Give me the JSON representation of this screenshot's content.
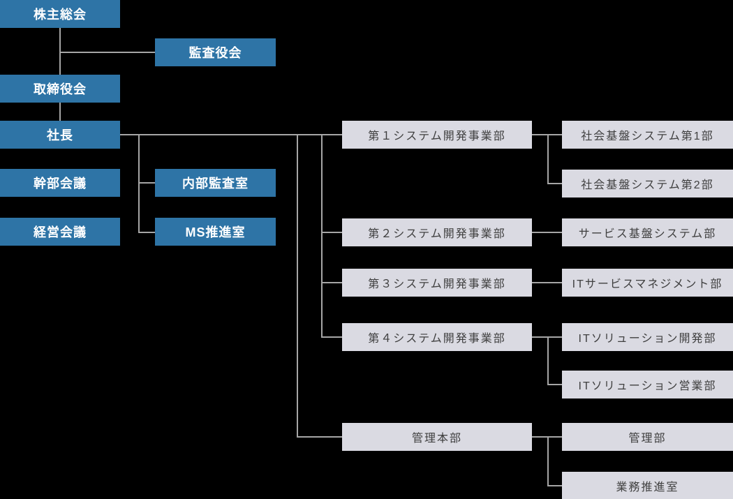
{
  "colors": {
    "background": "#000000",
    "governance_box": "#2E74A6",
    "division_box": "#DADAE2",
    "connector_line": "#A6A6A6",
    "governance_text": "#FFFFFF",
    "division_text": "#3F3F3F"
  },
  "nodes": {
    "shareholders_meeting": {
      "label": "株主総会"
    },
    "audit_committee": {
      "label": "監査役会"
    },
    "board_of_directors": {
      "label": "取締役会"
    },
    "president": {
      "label": "社長"
    },
    "executive_meeting": {
      "label": "幹部会議"
    },
    "management_meeting": {
      "label": "経営会議"
    },
    "internal_audit_office": {
      "label": "内部監査室"
    },
    "ms_promotion_office": {
      "label": "MS推進室"
    },
    "system_dev_division_1": {
      "label": "第１システム開発事業部"
    },
    "system_dev_division_2": {
      "label": "第２システム開発事業部"
    },
    "system_dev_division_3": {
      "label": "第３システム開発事業部"
    },
    "system_dev_division_4": {
      "label": "第４システム開発事業部"
    },
    "admin_headquarters": {
      "label": "管理本部"
    },
    "social_infra_system_dept_1": {
      "label": "社会基盤システム第1部"
    },
    "social_infra_system_dept_2": {
      "label": "社会基盤システム第2部"
    },
    "service_infra_system_dept": {
      "label": "サービス基盤システム部"
    },
    "it_service_management_dept": {
      "label": "ITサービスマネジメント部"
    },
    "it_solution_dev_dept": {
      "label": "ITソリューション開発部"
    },
    "it_solution_sales_dept": {
      "label": "ITソリューション営業部"
    },
    "admin_dept": {
      "label": "管理部"
    },
    "business_promotion_office": {
      "label": "業務推進室"
    }
  }
}
